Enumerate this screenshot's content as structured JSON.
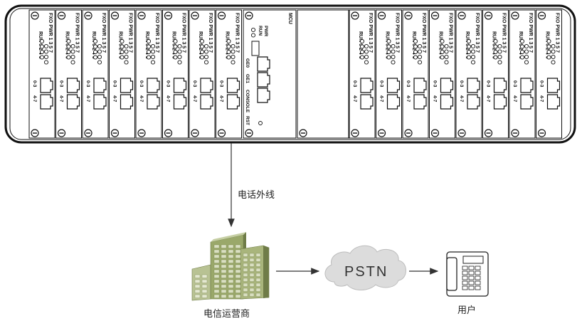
{
  "chassis": {
    "left_cards": 8,
    "right_cards": 8,
    "card": {
      "title": "FXO",
      "pwr": "PWR",
      "run": "RUN",
      "odd_ports": "1 3 5 7",
      "even_ports": "0 2 4 6",
      "port_group_a": "0-3",
      "port_group_b": "4-7"
    },
    "mcu": {
      "label": "MCU",
      "pwr": "PWR",
      "run": "RUN",
      "ports": [
        "GE0",
        "GE1",
        "CONSOLE",
        "RST"
      ]
    }
  },
  "labels": {
    "line_label": "电话外线",
    "carrier_label": "电信运营商",
    "cloud_label": "PSTN",
    "user_label": "用户"
  },
  "colors": {
    "building_body": "#9aa86a",
    "building_dark": "#6f7c48",
    "cloud_fill": "#dcdcdc",
    "line": "#333333"
  },
  "icons": [
    "building-icon",
    "cloud-icon",
    "phone-icon",
    "arrow-icon"
  ]
}
